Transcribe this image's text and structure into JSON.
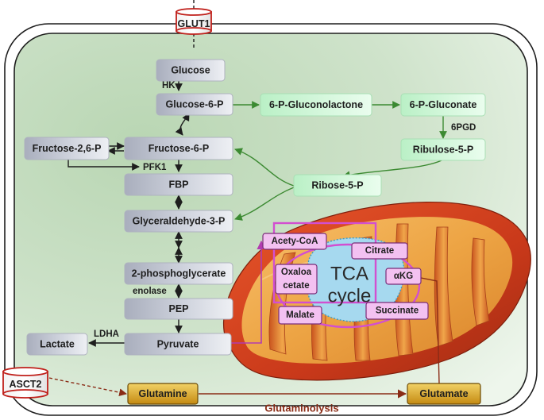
{
  "transporters": {
    "glut1": "GLUT1",
    "asct2": "ASCT2"
  },
  "glycolysis": {
    "glucose": "Glucose",
    "hk": "HK",
    "glucose_6_p": "Glucose-6-P",
    "fructose_2_6_p": "Fructose-2,6-P",
    "fructose_6_p": "Fructose-6-P",
    "pfk1": "PFK1",
    "fbp": "FBP",
    "glyceraldehyde_3_p": "Glyceraldehyde-3-P",
    "phosphoglycerate": "2-phosphoglycerate",
    "enolase": "enolase",
    "pep": "PEP",
    "pyruvate": "Pyruvate",
    "ldha": "LDHA",
    "lactate": "Lactate"
  },
  "ppp": {
    "gluconolactone": "6-P-Gluconolactone",
    "gluconate": "6-P-Gluconate",
    "pgd": "6PGD",
    "ribulose": "Ribulose-5-P",
    "ribose": "Ribose-5-P"
  },
  "tca": {
    "title_line1": "TCA",
    "title_line2": "cycle",
    "acetyl_coa": "Acety-CoA",
    "citrate": "Citrate",
    "oxaloacetate_line1": "Oxaloa",
    "oxaloacetate_line2": "cetate",
    "akg": "αKG",
    "malate": "Malate",
    "succinate": "Succinate"
  },
  "glutaminolysis": {
    "glutamine": "Glutamine",
    "glutamate": "Glutamate",
    "label": "Glutaminolysis"
  },
  "colors": {
    "cytoplasm": "#c9dfc4",
    "glycolysis_box": "#c3c7d3",
    "ppp_box": "#d6f7de",
    "ppp_arrow": "#3c8a32",
    "tca_box": "#f3c1f1",
    "tca_border": "#d24fd0",
    "glutamine_box": "#d9a41c",
    "glutaminolysis_text": "#8a2c16",
    "mito_outer": "#d9481f"
  }
}
